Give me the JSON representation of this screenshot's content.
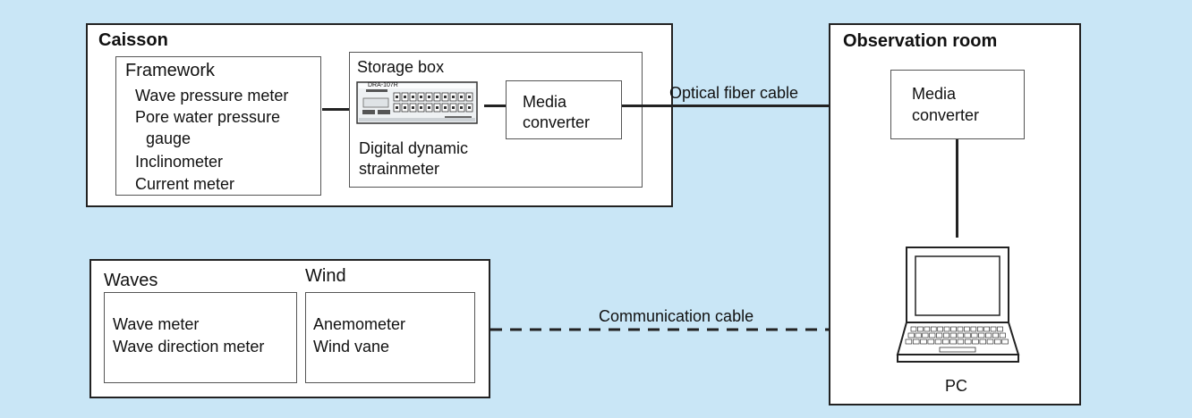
{
  "caisson": {
    "title": "Caisson",
    "framework": {
      "title": "Framework",
      "items": [
        "Wave pressure meter",
        "Pore water pressure",
        "gauge",
        "Inclinometer",
        "Current meter"
      ]
    },
    "storage_box": {
      "title": "Storage box",
      "device_caption": [
        "Digital dynamic",
        "strainmeter"
      ],
      "device_badge": "DRA-107R",
      "media_converter": [
        "Media",
        "converter"
      ]
    }
  },
  "link": {
    "optical": "Optical fiber cable",
    "communication": "Communication cable"
  },
  "observation_room": {
    "title": "Observation room",
    "media_converter": [
      "Media",
      "converter"
    ],
    "pc_label": "PC"
  },
  "weather": {
    "waves": {
      "title": "Waves",
      "items": [
        "Wave meter",
        "Wave direction meter"
      ]
    },
    "wind": {
      "title": "Wind",
      "items": [
        "Anemometer",
        "Wind vane"
      ]
    }
  },
  "colors": {
    "background": "#c9e6f6",
    "box_fill": "#ffffff",
    "line": "#222222"
  }
}
